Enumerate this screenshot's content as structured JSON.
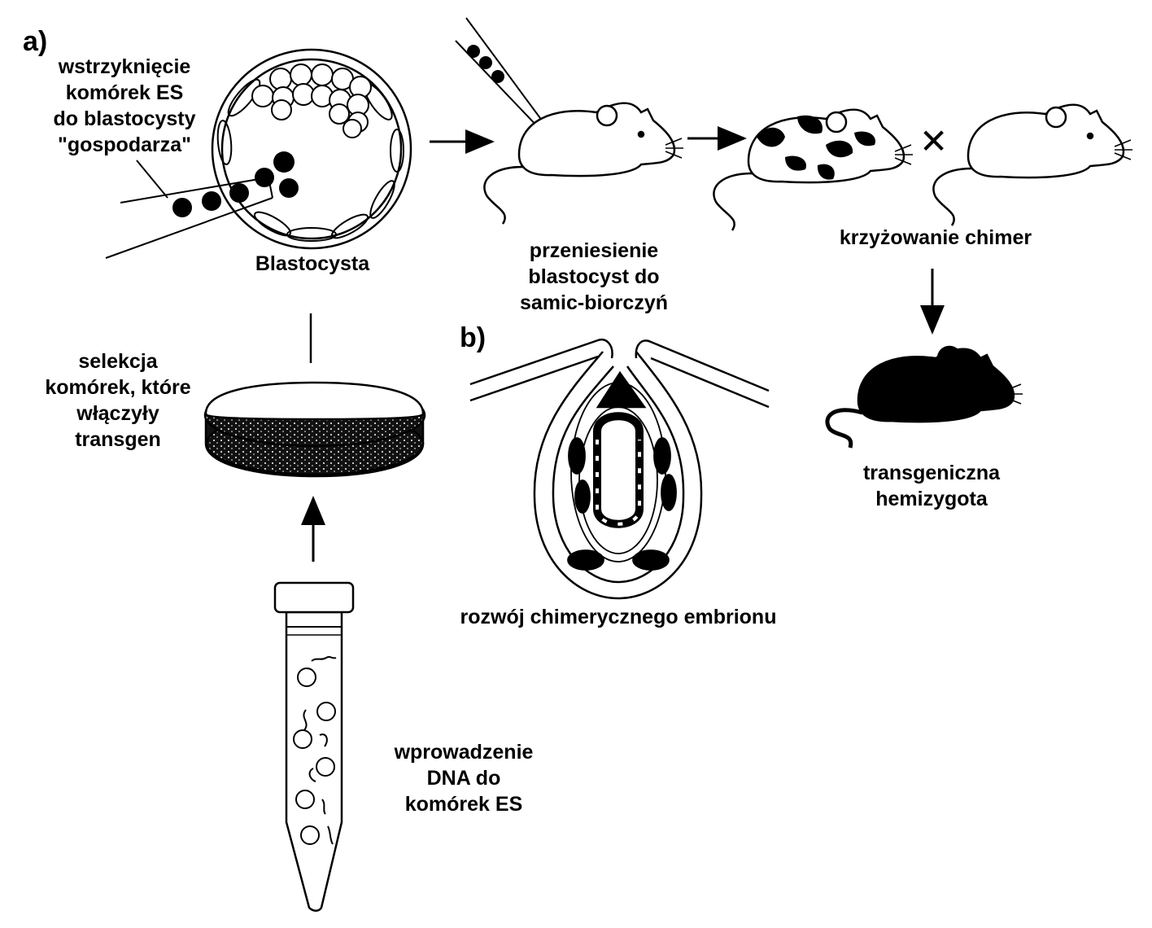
{
  "panels": {
    "a": "a)",
    "b": "b)"
  },
  "labels": {
    "injection": [
      "wstrzyknięcie",
      "komórek ES",
      "do blastocysty",
      "\"gospodarza\""
    ],
    "blastocyst": "Blastocysta",
    "transfer": [
      "przeniesienie",
      "blastocyst do",
      "samic-biorczyń"
    ],
    "crossing": "krzyżowanie chimer",
    "hemizygote": [
      "transgeniczna",
      "hemizygota"
    ],
    "selection": [
      "selekcja",
      "komórek, które",
      "włączyły",
      "transgen"
    ],
    "development": "rozwój chimerycznego embrionu",
    "dna_intro": [
      "wprowadzenie",
      "DNA do",
      "komórek ES"
    ]
  },
  "symbols": {
    "cross": "✕"
  }
}
